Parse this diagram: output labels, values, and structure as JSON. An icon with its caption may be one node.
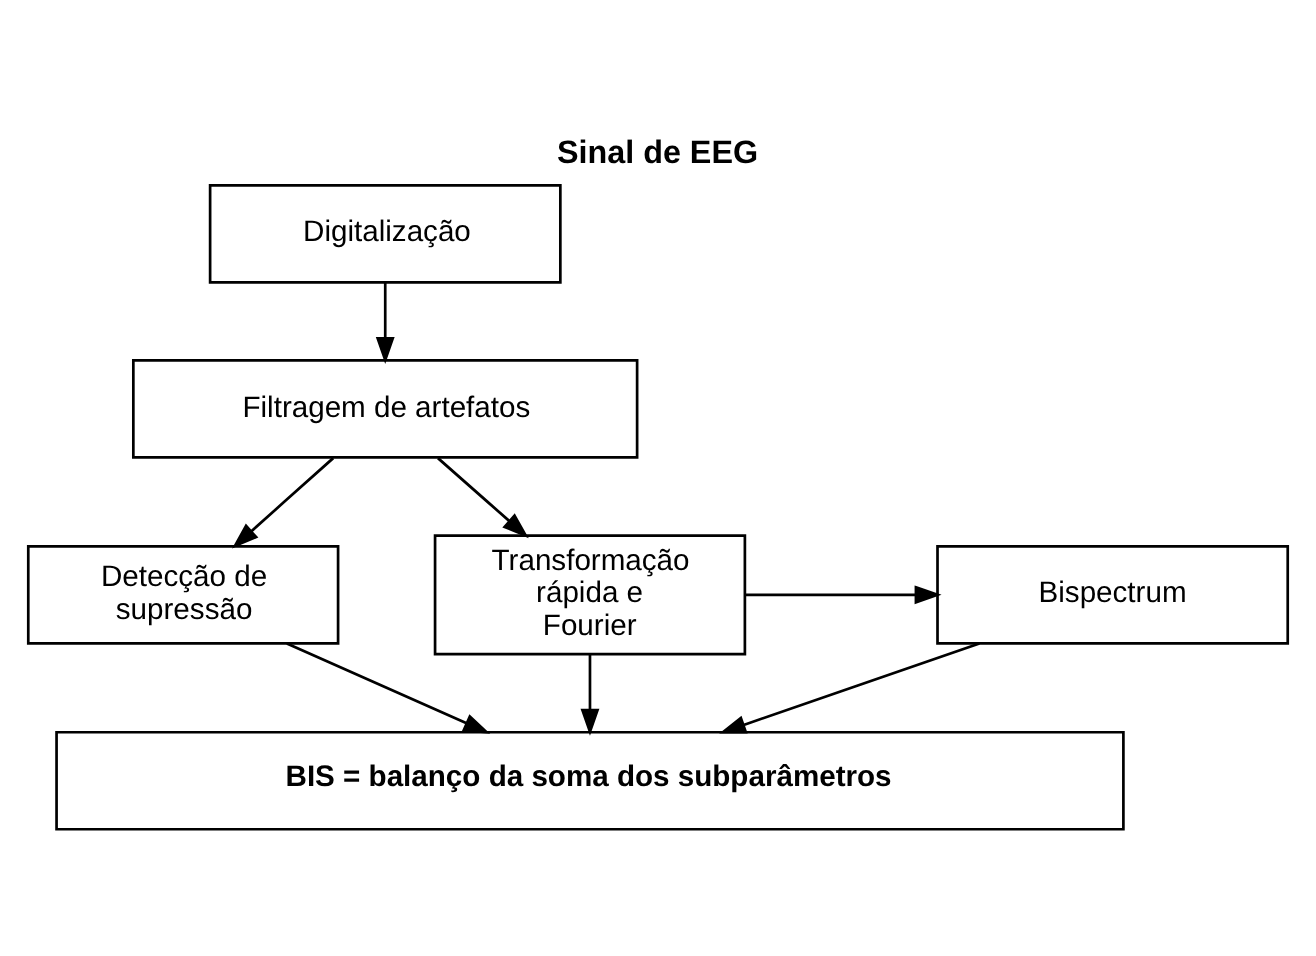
{
  "diagram": {
    "title": "Sinal de EEG",
    "nodes": [
      {
        "text": [
          "Digitalização"
        ]
      },
      {
        "text": [
          "Filtragem de artefatos"
        ]
      },
      {
        "text": [
          "Detecção de supressão"
        ]
      },
      {
        "text": [
          "Transformação rápida e Fourier"
        ]
      },
      {
        "text": [
          "Bispectrum"
        ]
      },
      {
        "text": [
          "BIS = balanço da soma dos subparâmetros"
        ]
      }
    ],
    "edges": [
      {
        "from": 0,
        "to": 1,
        "arrow": "to"
      },
      {
        "from": 1,
        "to": 2,
        "arrow": "to"
      },
      {
        "from": 1,
        "to": 3,
        "arrow": "to"
      },
      {
        "from": 3,
        "to": 4,
        "arrow": "to"
      },
      {
        "from": 2,
        "to": 5,
        "arrow": "to"
      },
      {
        "from": 3,
        "to": 5,
        "arrow": "to"
      },
      {
        "from": 4,
        "to": 5,
        "arrow": "to"
      }
    ]
  }
}
